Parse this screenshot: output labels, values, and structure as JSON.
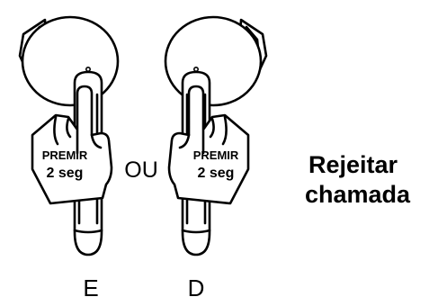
{
  "instructions": {
    "left": {
      "press_word": "PREMIR",
      "duration": "2 seg",
      "side_label": "E"
    },
    "right": {
      "press_word": "PREMIR",
      "duration": "2 seg",
      "side_label": "D"
    },
    "or_label": "OU",
    "action": {
      "line1": "Rejeitar",
      "line2": "chamada"
    }
  },
  "colors": {
    "ink": "#000000",
    "fill": "#ffffff"
  },
  "icons": {
    "earbud": "earbud-icon",
    "hand": "pointing-hand-icon"
  }
}
